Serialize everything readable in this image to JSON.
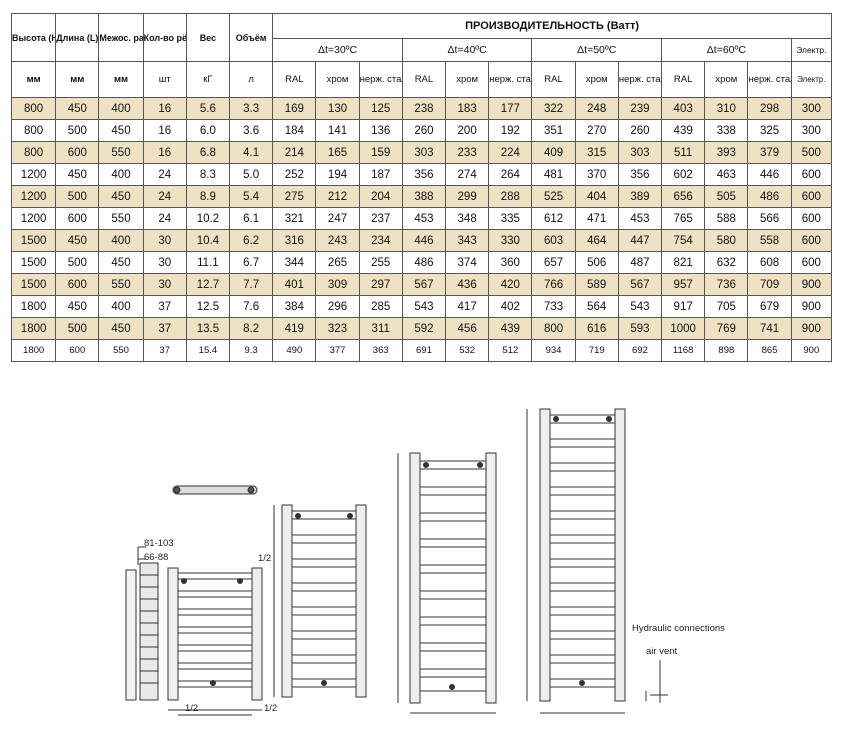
{
  "headers": {
    "height": "Высота (Н)",
    "length": "Длина (L)",
    "axis": "Межос. расст. (А)",
    "ribs": "Кол-во рёбер",
    "weight": "Вес",
    "volume": "Объём",
    "performance": "ПРОИЗВОДИТЕЛЬНОСТЬ (Ватт)",
    "dt30": "Δt=30ºС",
    "dt40": "Δt=40ºС",
    "dt50": "Δt=50ºС",
    "dt60": "Δt=60ºС",
    "electric": "Электр."
  },
  "units": {
    "mm1": "мм",
    "mm2": "мм",
    "mm3": "мм",
    "pcs": "шт",
    "kg": "кГ",
    "l": "л",
    "ral": "RAL",
    "chrome": "хром",
    "steel": "нерж. сталь",
    "electric": "Электр."
  },
  "rows": [
    [
      "800",
      "450",
      "400",
      "16",
      "5.6",
      "3.3",
      "169",
      "130",
      "125",
      "238",
      "183",
      "177",
      "322",
      "248",
      "239",
      "403",
      "310",
      "298",
      "300"
    ],
    [
      "800",
      "500",
      "450",
      "16",
      "6.0",
      "3.6",
      "184",
      "141",
      "136",
      "260",
      "200",
      "192",
      "351",
      "270",
      "260",
      "439",
      "338",
      "325",
      "300"
    ],
    [
      "800",
      "600",
      "550",
      "16",
      "6.8",
      "4.1",
      "214",
      "165",
      "159",
      "303",
      "233",
      "224",
      "409",
      "315",
      "303",
      "511",
      "393",
      "379",
      "500"
    ],
    [
      "1200",
      "450",
      "400",
      "24",
      "8.3",
      "5.0",
      "252",
      "194",
      "187",
      "356",
      "274",
      "264",
      "481",
      "370",
      "356",
      "602",
      "463",
      "446",
      "600"
    ],
    [
      "1200",
      "500",
      "450",
      "24",
      "8.9",
      "5.4",
      "275",
      "212",
      "204",
      "388",
      "299",
      "288",
      "525",
      "404",
      "389",
      "656",
      "505",
      "486",
      "600"
    ],
    [
      "1200",
      "600",
      "550",
      "24",
      "10.2",
      "6.1",
      "321",
      "247",
      "237",
      "453",
      "348",
      "335",
      "612",
      "471",
      "453",
      "765",
      "588",
      "566",
      "600"
    ],
    [
      "1500",
      "450",
      "400",
      "30",
      "10.4",
      "6.2",
      "316",
      "243",
      "234",
      "446",
      "343",
      "330",
      "603",
      "464",
      "447",
      "754",
      "580",
      "558",
      "600"
    ],
    [
      "1500",
      "500",
      "450",
      "30",
      "11.1",
      "6.7",
      "344",
      "265",
      "255",
      "486",
      "374",
      "360",
      "657",
      "506",
      "487",
      "821",
      "632",
      "608",
      "600"
    ],
    [
      "1500",
      "600",
      "550",
      "30",
      "12.7",
      "7.7",
      "401",
      "309",
      "297",
      "567",
      "436",
      "420",
      "766",
      "589",
      "567",
      "957",
      "736",
      "709",
      "900"
    ],
    [
      "1800",
      "450",
      "400",
      "37",
      "12.5",
      "7.6",
      "384",
      "296",
      "285",
      "543",
      "417",
      "402",
      "733",
      "564",
      "543",
      "917",
      "705",
      "679",
      "900"
    ],
    [
      "1800",
      "500",
      "450",
      "37",
      "13.5",
      "8.2",
      "419",
      "323",
      "311",
      "592",
      "456",
      "439",
      "800",
      "616",
      "593",
      "1000",
      "769",
      "741",
      "900"
    ],
    [
      "1800",
      "600",
      "550",
      "37",
      "15.4",
      "9.3",
      "490",
      "377",
      "363",
      "691",
      "532",
      "512",
      "934",
      "719",
      "692",
      "1168",
      "898",
      "865",
      "900"
    ]
  ],
  "drawing": {
    "wall_dim_1": "81-103",
    "wall_dim_2": "66-88",
    "thread_top": "1/2",
    "thread_left": "1/2",
    "thread_right": "1/2",
    "hydraulic": "Hydraulic connections",
    "air_vent": "air vent"
  }
}
